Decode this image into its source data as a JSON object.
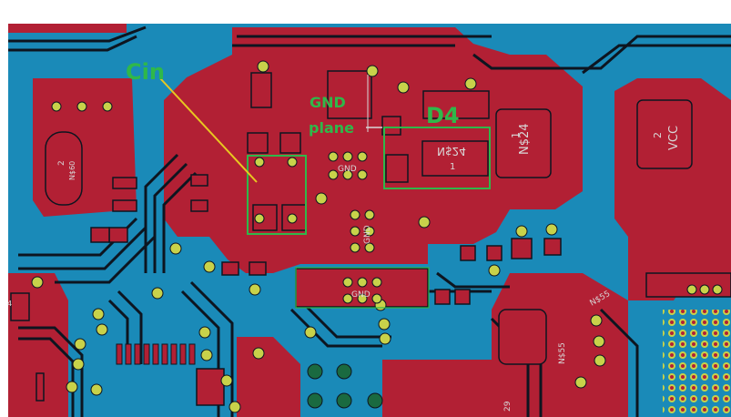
{
  "labels": {
    "cin": "Cin",
    "d4": "D4",
    "gnd_plane_line1": "GND",
    "gnd_plane_line2": "plane"
  },
  "silkscreen": {
    "gnd_a": "GND",
    "gnd_b": "GND",
    "gnd_c": "GND",
    "ns24_a": "N$24",
    "ns24_a_pin": "1",
    "ns24_b": "N$24",
    "ns24_b_pin": "1",
    "vcc": "VCC",
    "vcc_pin": "2",
    "ns55_a": "N$55",
    "ns55_b": "N$55",
    "left_comp": "N$60",
    "left_comp_pin": "2",
    "edge_29": "29",
    "edge_4": "4"
  },
  "colors": {
    "board_blue": "#1a8ab8",
    "copper_red": "#b22034",
    "dark_trace": "#0d1520",
    "via_ring": "#c8d24a",
    "annotation_green": "#2fb84a",
    "annotation_yellow": "#e8c820",
    "silk_text": "#d8d8d8"
  }
}
